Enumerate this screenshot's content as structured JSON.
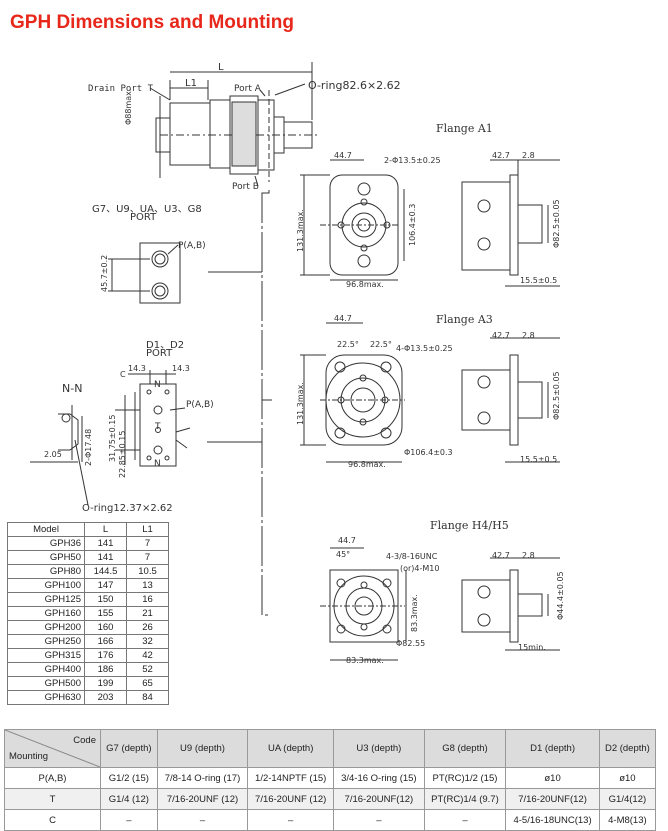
{
  "title": "GPH Dimensions and Mounting",
  "labels": {
    "drain_port": "Drain Port T",
    "L": "L",
    "L1": "L1",
    "port_a": "Port A",
    "port_b": "Port B",
    "oring_main": "O-ring82.6×2.62",
    "g7_ports": "G7、U9、UA、U3、G8",
    "port": "PORT",
    "d_ports": "D1、D2",
    "port2": "PORT",
    "nn": "N-N",
    "oring_small": "O-ring12.37×2.62",
    "pab": "P(A,B)",
    "pab2": "P(A,B)",
    "t_label": "T",
    "c_label": "C",
    "n1": "N",
    "n2": "N",
    "d88": "Φ88max.",
    "d457": "45.7±0.2",
    "d143a": "14.3",
    "d143b": "14.3",
    "d3175": "31.75±0.15",
    "d2285": "22.85±0.15",
    "d1748": "2-Φ17.48",
    "d205": "2.05"
  },
  "flanges": {
    "a1": {
      "title": "Flange  A1",
      "dims": [
        "44.7",
        "2-Φ13.5±0.25",
        "131.3max.",
        "106.4±0.3",
        "96.8max.",
        "42.7",
        "2.8",
        "Φ82.5±0.05",
        "15.5±0.5"
      ]
    },
    "a3": {
      "title": "Flange  A3",
      "dims": [
        "44.7",
        "22.5°",
        "22.5°",
        "4-Φ13.5±0.25",
        "131.3max.",
        "Φ106.4±0.3",
        "96.8max.",
        "42.7",
        "2.8",
        "Φ82.5±0.05",
        "15.5±0.5"
      ]
    },
    "h4h5": {
      "title": "Flange  H4/H5",
      "dims": [
        "44.7",
        "45°",
        "4-3/8-16UNC",
        "(or)4-M10",
        "83.3max.",
        "Φ82.55",
        "83.3max.",
        "42.7",
        "2.8",
        "Φ44.4±0.05",
        "15min."
      ]
    }
  },
  "model_table": {
    "headers": [
      "Model",
      "L",
      "L1"
    ],
    "rows": [
      [
        "GPH36",
        "141",
        "7"
      ],
      [
        "GPH50",
        "141",
        "7"
      ],
      [
        "GPH80",
        "144.5",
        "10.5"
      ],
      [
        "GPH100",
        "147",
        "13"
      ],
      [
        "GPH125",
        "150",
        "16"
      ],
      [
        "GPH160",
        "155",
        "21"
      ],
      [
        "GPH200",
        "160",
        "26"
      ],
      [
        "GPH250",
        "166",
        "32"
      ],
      [
        "GPH315",
        "176",
        "42"
      ],
      [
        "GPH400",
        "186",
        "52"
      ],
      [
        "GPH500",
        "199",
        "65"
      ],
      [
        "GPH630",
        "203",
        "84"
      ]
    ]
  },
  "port_table": {
    "code_label": "Code",
    "mounting_label": "Mounting",
    "headers": [
      "G7 (depth)",
      "U9 (depth)",
      "UA (depth)",
      "U3 (depth)",
      "G8 (depth)",
      "D1 (depth)",
      "D2 (depth)"
    ],
    "rows": [
      [
        "P(A,B)",
        "G1/2  (15)",
        "7/8-14 O-ring (17)",
        "1/2-14NPTF (15)",
        "3/4-16 O-ring (15)",
        "PT(RC)1/2  (15)",
        "ø10",
        "ø10"
      ],
      [
        "T",
        "G1/4  (12)",
        "7/16-20UNF  (12)",
        "7/16-20UNF  (12)",
        "7/16-20UNF(12)",
        "PT(RC)1/4  (9.7)",
        "7/16-20UNF(12)",
        "G1/4(12)"
      ],
      [
        "C",
        "–",
        "–",
        "–",
        "–",
        "–",
        "4-5/16-18UNC(13)",
        "4-M8(13)"
      ]
    ]
  },
  "colors": {
    "title": "#e8271b",
    "header_bg": "#dcdcdc"
  }
}
